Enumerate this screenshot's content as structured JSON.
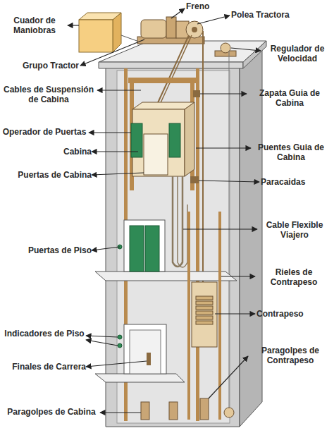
{
  "diagram": {
    "labels": [
      "Cuador de Maniobras",
      "Freno",
      "Polea Tractora",
      "Grupo Tractor",
      "Regulador de Velocidad",
      "Cables de Suspensión de Cabina",
      "Zapata Guia de Cabina",
      "Operador de Puertas",
      "Cabina",
      "Puentes Guia de Cabina",
      "Puertas de Cabina",
      "Paracaidas",
      "Cable Flexible Viajero",
      "Puertas de Piso",
      "Rieles de Contrapeso",
      "Contrapeso",
      "Indicadores de Piso",
      "Paragolpes de Contrapeso",
      "Finales de Carrera",
      "Paragolpes de Cabina"
    ]
  }
}
